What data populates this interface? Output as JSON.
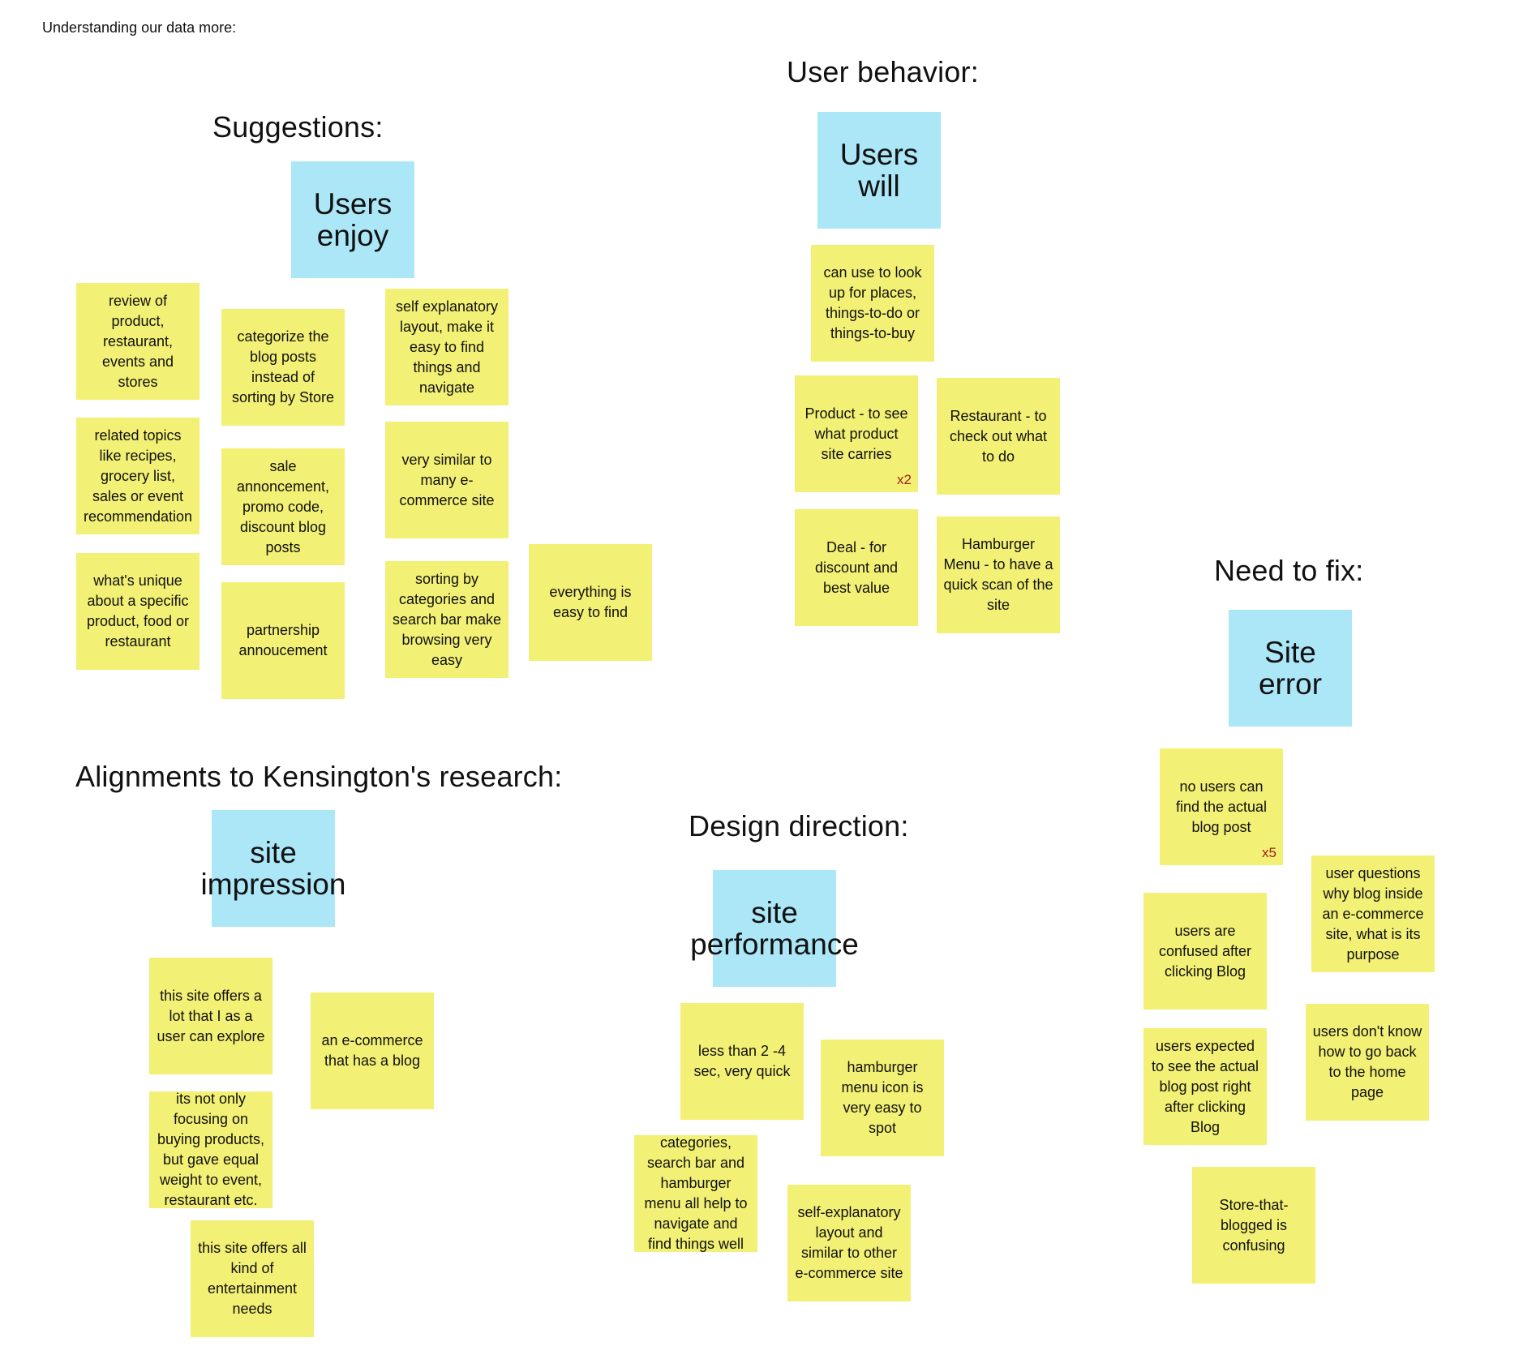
{
  "page_title": "Understanding our data more:",
  "colors": {
    "sticky": "#f2f075",
    "topic": "#ace7f7",
    "count_mark": "#a3201b"
  },
  "sections": {
    "suggestions": {
      "heading": "Suggestions:",
      "topic": "Users enjoy",
      "notes": [
        "review of product, restaurant, events and stores",
        "categorize the blog posts instead of sorting by Store",
        "self explanatory layout, make it easy to find things and navigate",
        "related topics like recipes, grocery list, sales or event recommendation",
        "sale annoncement, promo code, discount blog posts",
        "very similar to many e-commerce site",
        "what's unique about a specific product, food or restaurant",
        "partnership annoucement",
        "sorting by categories and search bar make browsing very easy",
        "everything is easy to find"
      ]
    },
    "user_behavior": {
      "heading": "User behavior:",
      "topic": "Users will",
      "notes": [
        "can use to look up for places, things-to-do or things-to-buy",
        "Product - to see what product site carries",
        "Restaurant - to check out what to do",
        "Deal - for discount and best value",
        "Hamburger Menu - to have a quick scan of the site"
      ],
      "product_count": "x2"
    },
    "need_to_fix": {
      "heading": "Need to fix:",
      "topic": "Site error",
      "notes": [
        "no users can find the actual blog post",
        "user questions why blog inside an e-commerce site, what is its purpose",
        "users are confused after clicking Blog",
        "users expected to see the actual blog post right after clicking Blog",
        "users don't know how to go back to the home page",
        "Store-that-blogged is confusing"
      ],
      "blog_post_count": "x5"
    },
    "alignments": {
      "heading": "Alignments to Kensington's research:",
      "topic": "site impression",
      "notes": [
        "this site offers a lot that I as a user can explore",
        "an e-commerce that has a blog",
        "its not only focusing on buying products, but gave equal weight to event, restaurant etc.",
        "this site offers all kind of entertainment needs"
      ]
    },
    "design_direction": {
      "heading": "Design direction:",
      "topic": "site performance",
      "notes": [
        "less than 2 -4 sec, very quick",
        "hamburger menu icon is very easy to spot",
        "categories, search bar and hamburger menu all help to navigate and find things well",
        "self-explanatory layout and similar to other e-commerce site"
      ]
    }
  }
}
